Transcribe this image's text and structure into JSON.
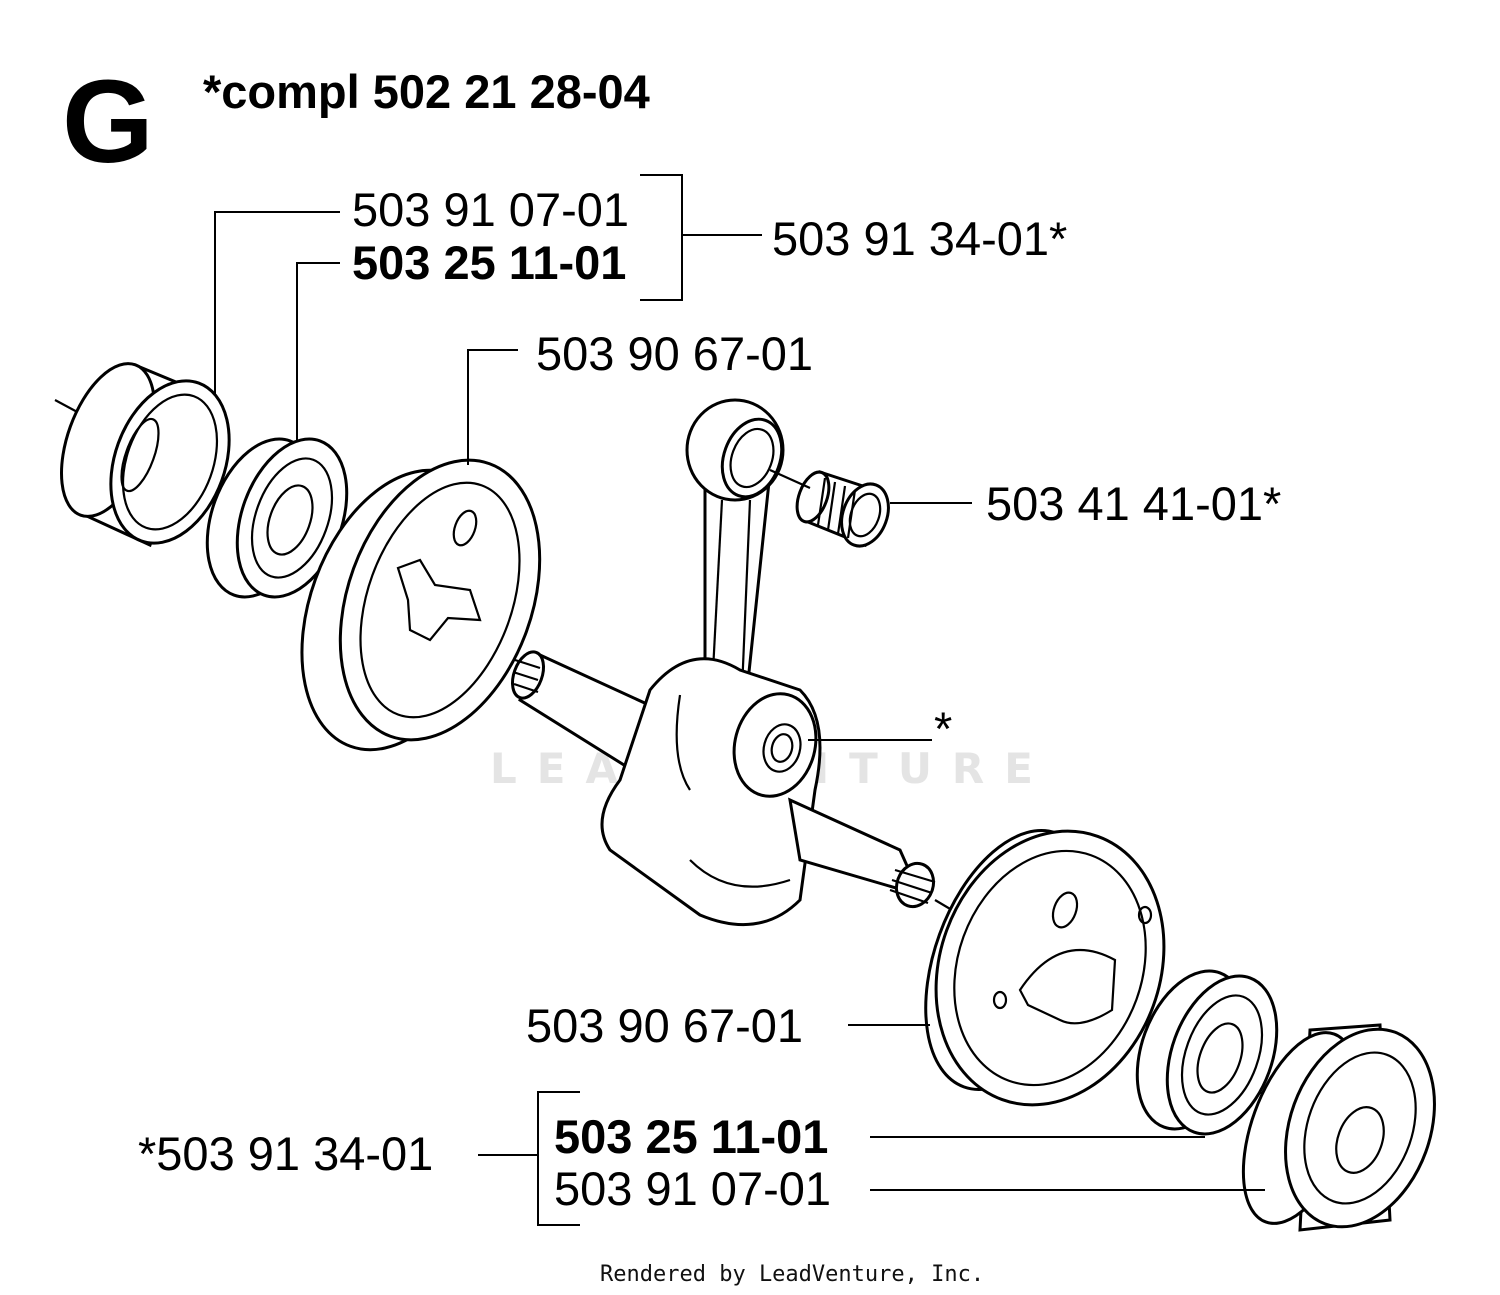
{
  "diagram": {
    "section_letter": "G",
    "assembly_title": "*compl 502 21 28-04",
    "watermark": "LEADVENTURE",
    "credit": "Rendered by LeadVenture, Inc.",
    "labels": {
      "seal_left": "503 91 07-01",
      "bearing_left": "503 25 11-01",
      "kit_top": "503 91 34-01*",
      "flywheel_left": "503 90 67-01",
      "needle_bearing": "503 41 41-01*",
      "crank_star": "*",
      "flywheel_right": "503 90 67-01",
      "bearing_right": "503 25 11-01",
      "seal_right": "503 91 07-01",
      "kit_bottom": "*503 91 34-01"
    }
  }
}
